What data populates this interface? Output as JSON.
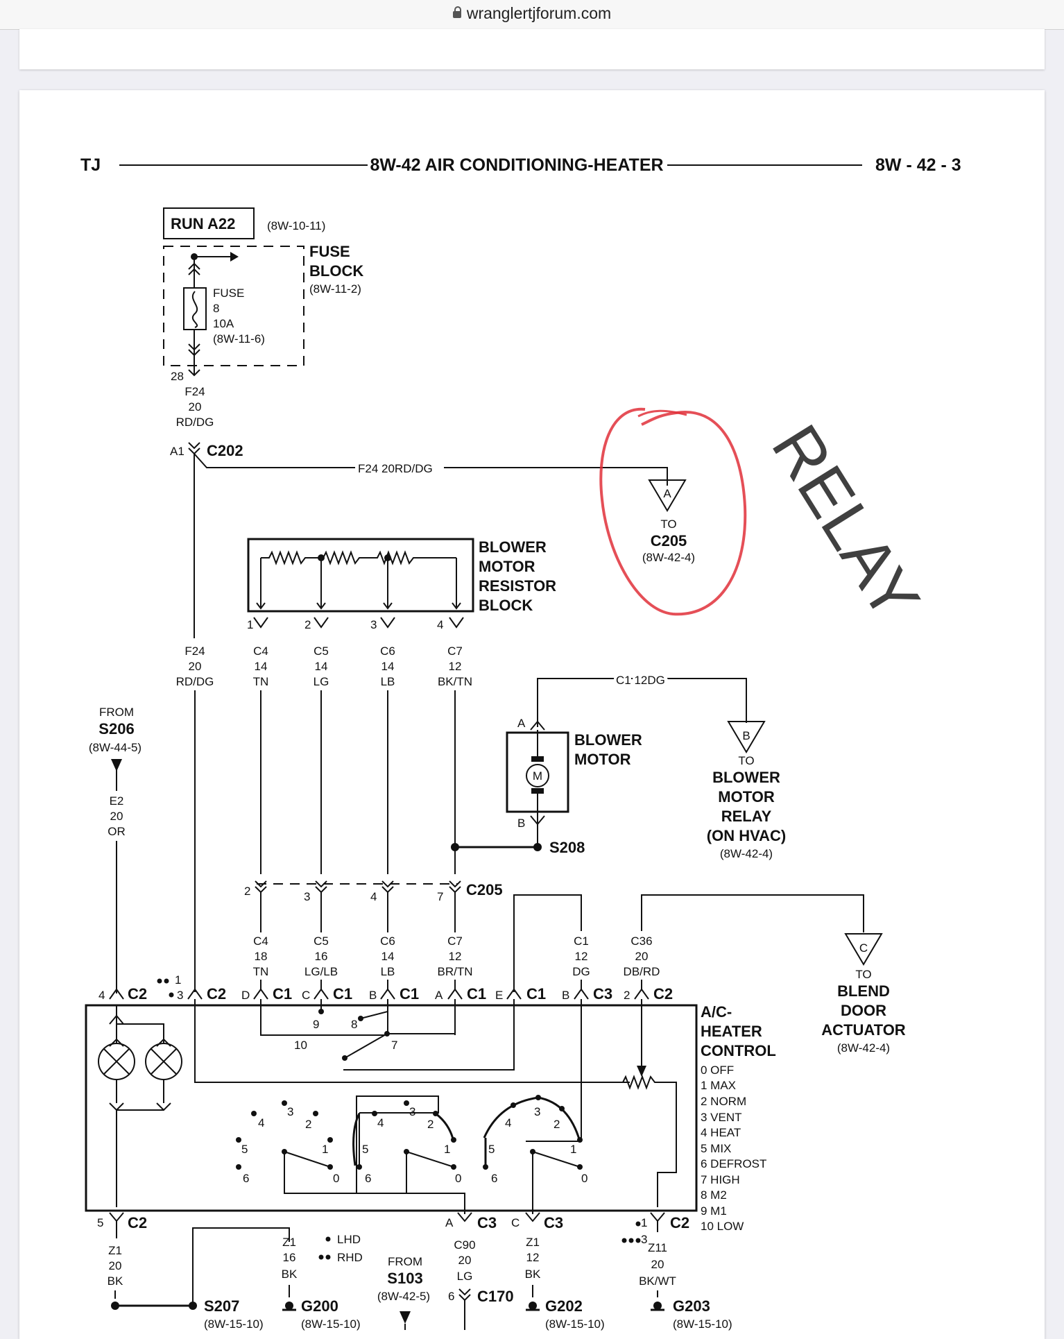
{
  "browser": {
    "url": "wranglertjforum.com"
  },
  "header": {
    "left": "TJ",
    "title": "8W-42 AIR CONDITIONING-HEATER",
    "right": "8W - 42 - 3"
  },
  "fuse": {
    "run": "RUN A22",
    "run_ref": "(8W-10-11)",
    "block_l1": "FUSE",
    "block_l2": "BLOCK",
    "block_ref": "(8W-11-2)",
    "fuse_l1": "FUSE",
    "fuse_l2": "8",
    "fuse_l3": "10A",
    "fuse_ref": "(8W-11-6)",
    "pin": "28"
  },
  "wires": {
    "f24_a": [
      "F24",
      "20",
      "RD/DG"
    ],
    "c202_pin": "A1",
    "c202": "C202",
    "f24_run": "F24   20RD/DG",
    "c205_tri": "A",
    "to_c205": "TO",
    "c205": "C205",
    "c205_ref": "(8W-42-4)",
    "resistor_l1": "BLOWER",
    "resistor_l2": "MOTOR",
    "resistor_l3": "RESISTOR",
    "resistor_l4": "BLOCK",
    "rb_pins": [
      "1",
      "2",
      "3",
      "4"
    ],
    "upper_cols": [
      [
        "F24",
        "20",
        "RD/DG"
      ],
      [
        "C4",
        "14",
        "TN"
      ],
      [
        "C5",
        "14",
        "LG"
      ],
      [
        "C6",
        "14",
        "LB"
      ],
      [
        "C7",
        "12",
        "BK/TN"
      ]
    ],
    "c1_run": "C1   12DG",
    "from_s206": "FROM",
    "s206": "S206",
    "s206_ref": "(8W-44-5)",
    "e2": [
      "E2",
      "20",
      "OR"
    ],
    "motor_a": "A",
    "motor_b": "B",
    "motor_m": "M",
    "motor_l1": "BLOWER",
    "motor_l2": "MOTOR",
    "relay_tri": "B",
    "relay_to": "TO",
    "relay_l1": "BLOWER",
    "relay_l2": "MOTOR",
    "relay_l3": "RELAY",
    "relay_l4": "(ON HVAC)",
    "relay_ref": "(8W-42-4)",
    "s208": "S208",
    "c205b_pins": [
      "2",
      "3",
      "4",
      "7"
    ],
    "c205b": "C205",
    "lower_cols": [
      [
        "C4",
        "18",
        "TN"
      ],
      [
        "C5",
        "16",
        "LG/LB"
      ],
      [
        "C6",
        "14",
        "LB"
      ],
      [
        "C7",
        "12",
        "BR/TN"
      ],
      [
        "C1",
        "12",
        "DG"
      ],
      [
        "C36",
        "20",
        "DB/RD"
      ]
    ],
    "blend_tri": "C",
    "blend_to": "TO",
    "blend_l1": "BLEND",
    "blend_l2": "DOOR",
    "blend_l3": "ACTUATOR",
    "blend_ref": "(8W-42-4)"
  },
  "connectors_top": [
    {
      "pin": "4",
      "name": "C2"
    },
    {
      "pin": "1",
      "name": ""
    },
    {
      "pin": "3",
      "name": "C2"
    },
    {
      "pin": "D",
      "name": "C1"
    },
    {
      "pin": "C",
      "name": "C1"
    },
    {
      "pin": "B",
      "name": "C1"
    },
    {
      "pin": "A",
      "name": "C1"
    },
    {
      "pin": "E",
      "name": "C1"
    },
    {
      "pin": "B",
      "name": "C3"
    },
    {
      "pin": "2",
      "name": "C2"
    }
  ],
  "control": {
    "title_l1": "A/C-",
    "title_l2": "HEATER",
    "title_l3": "CONTROL",
    "positions": [
      "0 OFF",
      "1 MAX",
      "2 NORM",
      "3 VENT",
      "4 HEAT",
      "5 MIX",
      "6 DEFROST",
      "7 HIGH",
      "8 M2",
      "9 M1",
      "10 LOW"
    ],
    "inner": [
      "10",
      "9",
      "8",
      "7"
    ],
    "sw_labels": [
      "3",
      "4",
      "2",
      "5",
      "1",
      "6",
      "0"
    ]
  },
  "bottom": {
    "c2_pin": "5",
    "c2": "C2",
    "z1a": [
      "Z1",
      "20",
      "BK"
    ],
    "z1b": [
      "Z1",
      "16",
      "BK"
    ],
    "lhd": "LHD",
    "rhd": "RHD",
    "from_s103": "FROM",
    "s103": "S103",
    "s103_ref": "(8W-42-5)",
    "c3a_pin": "A",
    "c3a": "C3",
    "c90": [
      "C90",
      "20",
      "LG"
    ],
    "c170_pin": "6",
    "c170": "C170",
    "c3c_pin": "C",
    "c3c": "C3",
    "z1c": [
      "Z1",
      "12",
      "BK"
    ],
    "c2r_pin1": "1",
    "c2r_pin3": "3",
    "c2r": "C2",
    "z11": [
      "Z11",
      "20",
      "BK/WT"
    ],
    "s207": "S207",
    "s207_ref": "(8W-15-10)",
    "g200": "G200",
    "g200_ref": "(8W-15-10)",
    "g202": "G202",
    "g202_ref": "(8W-15-10)",
    "g203": "G203",
    "g203_ref": "(8W-15-10)"
  },
  "annotation": {
    "text": "RELAY",
    "color": "#e0303a"
  }
}
